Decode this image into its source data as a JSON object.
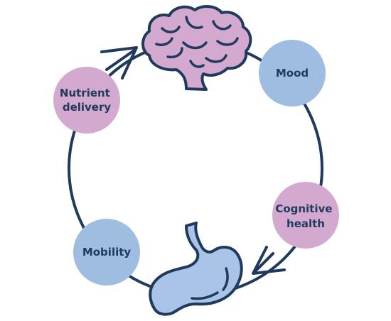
{
  "diagram": {
    "nodes": [
      {
        "id": "nutrient",
        "lines": [
          "Nutrient",
          "delivery"
        ],
        "color": "#d4a9cf"
      },
      {
        "id": "mood",
        "lines": [
          "Mood"
        ],
        "color": "#9fbde0"
      },
      {
        "id": "cognitive",
        "lines": [
          "Cognitive",
          "health"
        ],
        "color": "#d4a9cf"
      },
      {
        "id": "mobility",
        "lines": [
          "Mobility"
        ],
        "color": "#9fbde0"
      }
    ],
    "icons": {
      "brain": {
        "name": "brain-icon",
        "color": "#d4a9cf"
      },
      "stomach": {
        "name": "stomach-icon",
        "color": "#a9c4e6"
      }
    },
    "stroke_color": "#1f3a5c"
  }
}
